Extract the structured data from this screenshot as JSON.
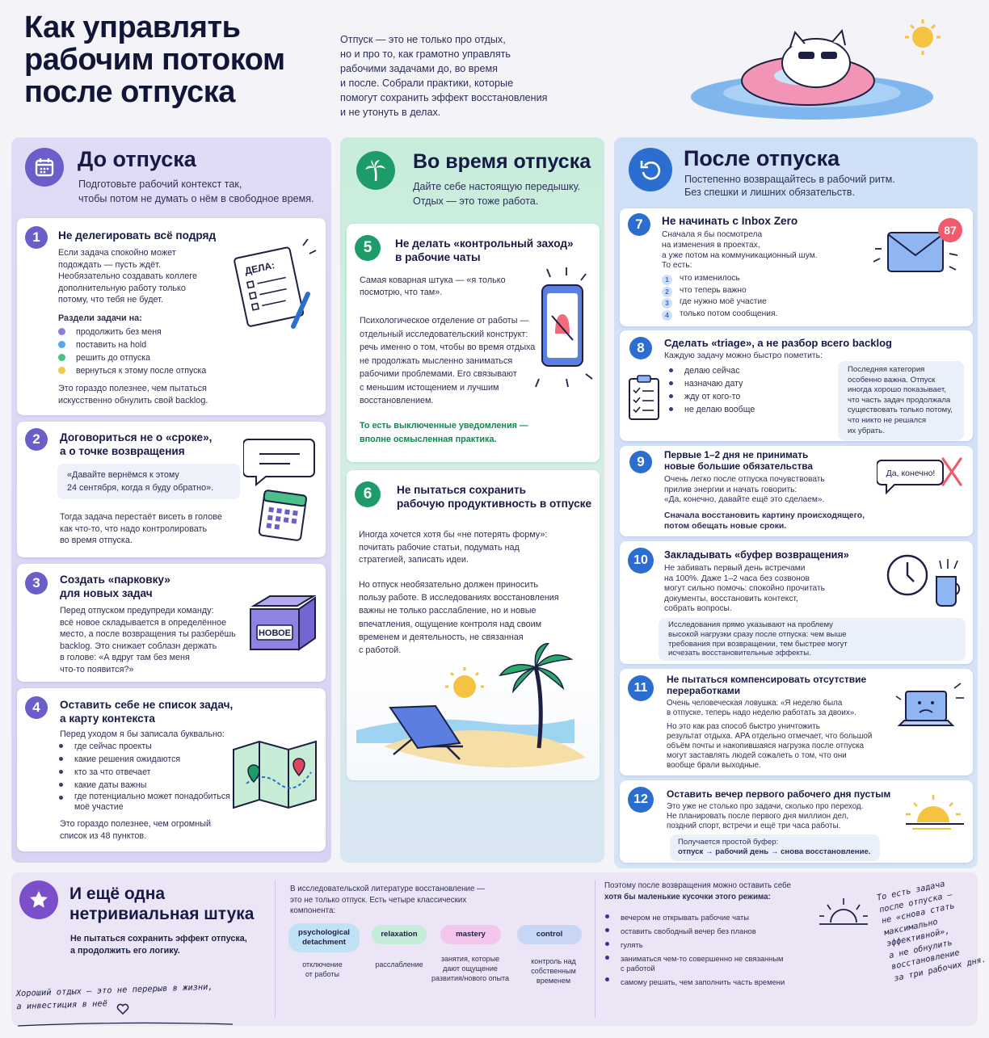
{
  "header": {
    "title_lines": [
      "Как управлять",
      "рабочим потоком",
      "после отпуска"
    ],
    "intro_lines": [
      "Отпуск — это не только про отдых,",
      "но и про то, как грамотно управлять",
      "рабочими задачами до, во время",
      "и после. Собрали практики, которые",
      "помогут сохранить эффект восстановления",
      "и не утонуть в делах."
    ]
  },
  "colors": {
    "before": "#6b5ec9",
    "during": "#1d9c69",
    "after": "#2c6ed0",
    "accent": "#7a4fc9"
  },
  "before": {
    "icon": "calendar-icon",
    "title": "До отпуска",
    "sub_lines": [
      "Подготовьте рабочий контекст так,",
      "чтобы потом не думать о нём в свободное время."
    ],
    "c1": {
      "num": "1",
      "title": "Не делегировать всё подряд",
      "text_lines": [
        "Если задача спокойно может",
        "подождать — пусть ждёт.",
        "Необязательно создавать коллеге",
        "дополнительную работу только",
        "потому, что тебя не будет."
      ],
      "list_title": "Раздели задачи на:",
      "items": [
        {
          "label": "продолжить без меня",
          "color": "#8c7fd9"
        },
        {
          "label": "поставить на hold",
          "color": "#5aa5e8"
        },
        {
          "label": "решить до отпуска",
          "color": "#4cc08a"
        },
        {
          "label": "вернуться к этому после отпуска",
          "color": "#f2c94c"
        }
      ],
      "foot_lines": [
        "Это гораздо полезнее, чем пытаться",
        "искусственно обнулить свой backlog."
      ],
      "icon": "todo-list-icon",
      "icon_text": "ДЕЛА:"
    },
    "c2": {
      "num": "2",
      "title_lines": [
        "Договориться не о «сроке»,",
        "а о точке возвращения"
      ],
      "quote_lines": [
        "«Давайте вернёмся к этому",
        "24 сентября, когда я буду обратно»."
      ],
      "text_lines": [
        "Тогда задача перестаёт висеть в голове",
        "как что-то, что надо контролировать",
        "во время отпуска."
      ],
      "icon": "speech-calendar-icon"
    },
    "c3": {
      "num": "3",
      "title_lines": [
        "Создать «парковку»",
        "для новых задач"
      ],
      "text_lines": [
        "Перед отпуском предупреди команду:",
        "всё новое складывается в определённое",
        "место, а после возвращения ты разберёшь",
        "backlog. Это снижает соблазн держать",
        "в голове: «А вдруг там без меня",
        "что-то появится?»"
      ],
      "icon": "box-icon",
      "box_label": "НОВОЕ"
    },
    "c4": {
      "num": "4",
      "title_lines": [
        "Оставить себе не список задач,",
        "а карту контекста"
      ],
      "intro": "Перед уходом я бы записала буквально:",
      "items": [
        "где сейчас проекты",
        "какие решения ожидаются",
        "кто за что отвечает",
        "какие даты важны",
        "где потенциально может понадобиться",
        "моё участие"
      ],
      "foot_lines": [
        "Это гораздо полезнее, чем огромный",
        "список из 48 пунктов."
      ],
      "icon": "map-icon"
    }
  },
  "during": {
    "icon": "palm-icon",
    "title": "Во время отпуска",
    "sub_lines": [
      "Дайте себе настоящую передышку.",
      "Отдых — это тоже работа."
    ],
    "c5": {
      "num": "5",
      "title_lines": [
        "Не делать «контрольный заход»",
        "в рабочие чаты"
      ],
      "text1_lines": [
        "Самая коварная штука — «я только",
        "посмотрю, что там»."
      ],
      "text2_lines": [
        "Психологическое отделение от работы —",
        "отдельный исследовательский конструкт:",
        "речь именно о том, чтобы во время отдыха",
        "не продолжать мысленно заниматься",
        "рабочими проблемами. Его связывают",
        "с меньшим истощением и лучшим",
        "восстановлением."
      ],
      "green_lines": [
        "То есть выключенные уведомления —",
        "вполне осмысленная практика."
      ],
      "icon": "phone-muted-icon"
    },
    "c6": {
      "num": "6",
      "title_lines": [
        "Не пытаться сохранить",
        "рабочую продуктивность в отпуске"
      ],
      "text1_lines": [
        "Иногда хочется хотя бы «не потерять форму»:",
        "почитать рабочие статьи, подумать над",
        "стратегией, записать идеи."
      ],
      "text2_lines": [
        "Но отпуск необязательно должен приносить",
        "пользу работе. В исследованиях восстановления",
        "важны не только расслабление, но и новые",
        "впечатления, ощущение контроля над своим",
        "временем и деятельность, не связанная",
        "с работой."
      ],
      "icon": "beach-chair-icon"
    }
  },
  "after": {
    "icon": "return-arrow-icon",
    "title": "После отпуска",
    "sub_lines": [
      "Постепенно возвращайтесь в рабочий ритм.",
      "Без спешки и лишних обязательств."
    ],
    "c7": {
      "num": "7",
      "title": "Не начинать с Inbox Zero",
      "text_lines": [
        "Сначала я бы посмотрела",
        "на изменения в проектах,",
        "а уже потом на коммуникационный шум.",
        "То есть:"
      ],
      "items": [
        {
          "n": "1",
          "label": "что изменилось"
        },
        {
          "n": "2",
          "label": "что теперь важно"
        },
        {
          "n": "3",
          "label": "где нужно моё участие"
        },
        {
          "n": "4",
          "label": "только потом сообщения."
        }
      ],
      "badge": "87",
      "icon": "mail-icon"
    },
    "c8": {
      "num": "8",
      "title": "Сделать «triage», а не разбор всего backlog",
      "intro": "Каждую задачу можно быстро пометить:",
      "items": [
        "делаю сейчас",
        "назначаю дату",
        "жду от кого-то",
        "не делаю вообще"
      ],
      "note_lines": [
        "Последняя категория",
        "особенно важна. Отпуск",
        "иногда хорошо показывает,",
        "что часть задач продолжала",
        "существовать только потому,",
        "что никто не решался",
        "их убрать."
      ],
      "icon": "clipboard-icon"
    },
    "c9": {
      "num": "9",
      "title_lines": [
        "Первые 1–2 дня не принимать",
        "новые большие обязательства"
      ],
      "text_lines": [
        "Очень легко после отпуска почувствовать",
        "прилив энергии и начать говорить:",
        "«Да, конечно, давайте ещё это сделаем»."
      ],
      "bold_lines": [
        "Сначала восстановить картину происходящего,",
        "потом обещать новые сроки."
      ],
      "bubble": "Да, конечно!",
      "icon": "speech-cross-icon"
    },
    "c10": {
      "num": "10",
      "title": "Закладывать «буфер возвращения»",
      "text_lines": [
        "Не забивать первый день встречами",
        "на 100%. Даже 1–2 часа без созвонов",
        "могут сильно помочь: спокойно прочитать",
        "документы, восстановить контекст,",
        "собрать вопросы."
      ],
      "note_lines": [
        "Исследования прямо указывают на проблему",
        "высокой нагрузки сразу после отпуска: чем выше",
        "требования при возвращении, тем быстрее могут",
        "исчезать восстановительные эффекты."
      ],
      "icon": "clock-cup-icon"
    },
    "c11": {
      "num": "11",
      "title_lines": [
        "Не пытаться компенсировать отсутствие",
        "переработками"
      ],
      "text1_lines": [
        "Очень человеческая ловушка: «Я неделю была",
        "в отпуске, теперь надо неделю работать за двоих»."
      ],
      "text2_lines": [
        "Но это как раз способ быстро уничтожить",
        "результат отдыха. APA отдельно отмечает, что большой",
        "объём почты и накопившаяся нагрузка после отпуска",
        "могут заставлять людей сожалеть о том, что они",
        "вообще брали выходные."
      ],
      "icon": "sad-laptop-icon"
    },
    "c12": {
      "num": "12",
      "title": "Оставить вечер первого рабочего дня пустым",
      "text_lines": [
        "Это уже не столько про задачи, сколько про переход.",
        "Не планировать после первого дня миллион дел,",
        "поздний спорт, встречи и ещё три часа работы."
      ],
      "note_lines": [
        "Получается простой буфер:",
        "отпуск → рабочий день → снова восстановление."
      ],
      "icon": "sunset-icon"
    }
  },
  "bottom": {
    "icon": "sunrise-icon",
    "title_lines": [
      "И ещё одна",
      "нетривиальная штука"
    ],
    "sub_lines": [
      "Не пытаться сохранить эффект отпуска,",
      "а продолжить его логику."
    ],
    "handwritten_lines": [
      "Хороший отдых — это не перерыв в жизни,",
      "а инвестиция в неё"
    ],
    "research_lines": [
      "В исследовательской литературе восстановление —",
      "это не только отпуск. Есть четыре классических",
      "компонента:"
    ],
    "pills": [
      {
        "label_lines": [
          "psychological",
          "detachment"
        ],
        "caption_lines": [
          "отключение",
          "от работы"
        ],
        "bg": "#bfe3f5"
      },
      {
        "label_lines": [
          "relaxation"
        ],
        "caption_lines": [
          "расслабление"
        ],
        "bg": "#c4ecd8"
      },
      {
        "label_lines": [
          "mastery"
        ],
        "caption_lines": [
          "занятия, которые",
          "дают ощущение",
          "развития/нового опыта"
        ],
        "bg": "#f3c6ec"
      },
      {
        "label_lines": [
          "control"
        ],
        "caption_lines": [
          "контроль над",
          "собственным",
          "временем"
        ],
        "bg": "#c6d6f4"
      }
    ],
    "mode_lines": [
      "Поэтому после возвращения можно оставить себе",
      "хотя бы маленькие кусочки этого режима:"
    ],
    "mode_items": [
      "вечером не открывать рабочие чаты",
      "оставить свободный вечер без планов",
      "гулять",
      "заниматься чем-то совершенно не связанным",
      "с работой",
      "самому решать, чем заполнить часть времени"
    ],
    "side_lines": [
      "То есть задача",
      "после отпуска —",
      "не «снова стать",
      "максимально",
      "эффективной»,",
      "а не обнулить",
      "восстановление",
      "за три рабочих дня."
    ]
  }
}
